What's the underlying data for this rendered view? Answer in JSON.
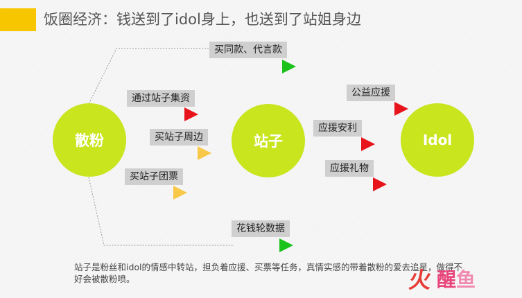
{
  "title": "饭圈经济：钱送到了idol身上，也送到了站姐身边",
  "nodes": {
    "fans": "散粉",
    "station": "站子",
    "idol": "Idol"
  },
  "labels": {
    "buy_endorsement": "买同款、代言款",
    "station_fundraise": "通过站子集资",
    "buy_merch": "买站子周边",
    "buy_group_tickets": "买站子团票",
    "public_support": "公益应援",
    "support_care": "应援安利",
    "support_gifts": "应援礼物",
    "data_rotation": "花钱轮数据"
  },
  "colors": {
    "accent": "#f7c600",
    "circle": "#c8e51e",
    "label_bg": "#cfcfcf",
    "arrow_green": "#1bc21b",
    "arrow_red": "#e8141b",
    "arrow_yellow": "#f8c848"
  },
  "description": "站子是粉丝和idol的情感中转站，担负着应援、买票等任务，真情实感的带着散粉的爱去追星，做得不好会被散粉喷。",
  "watermark": {
    "fire": "火",
    "a": "醒",
    "b": "鱼"
  }
}
